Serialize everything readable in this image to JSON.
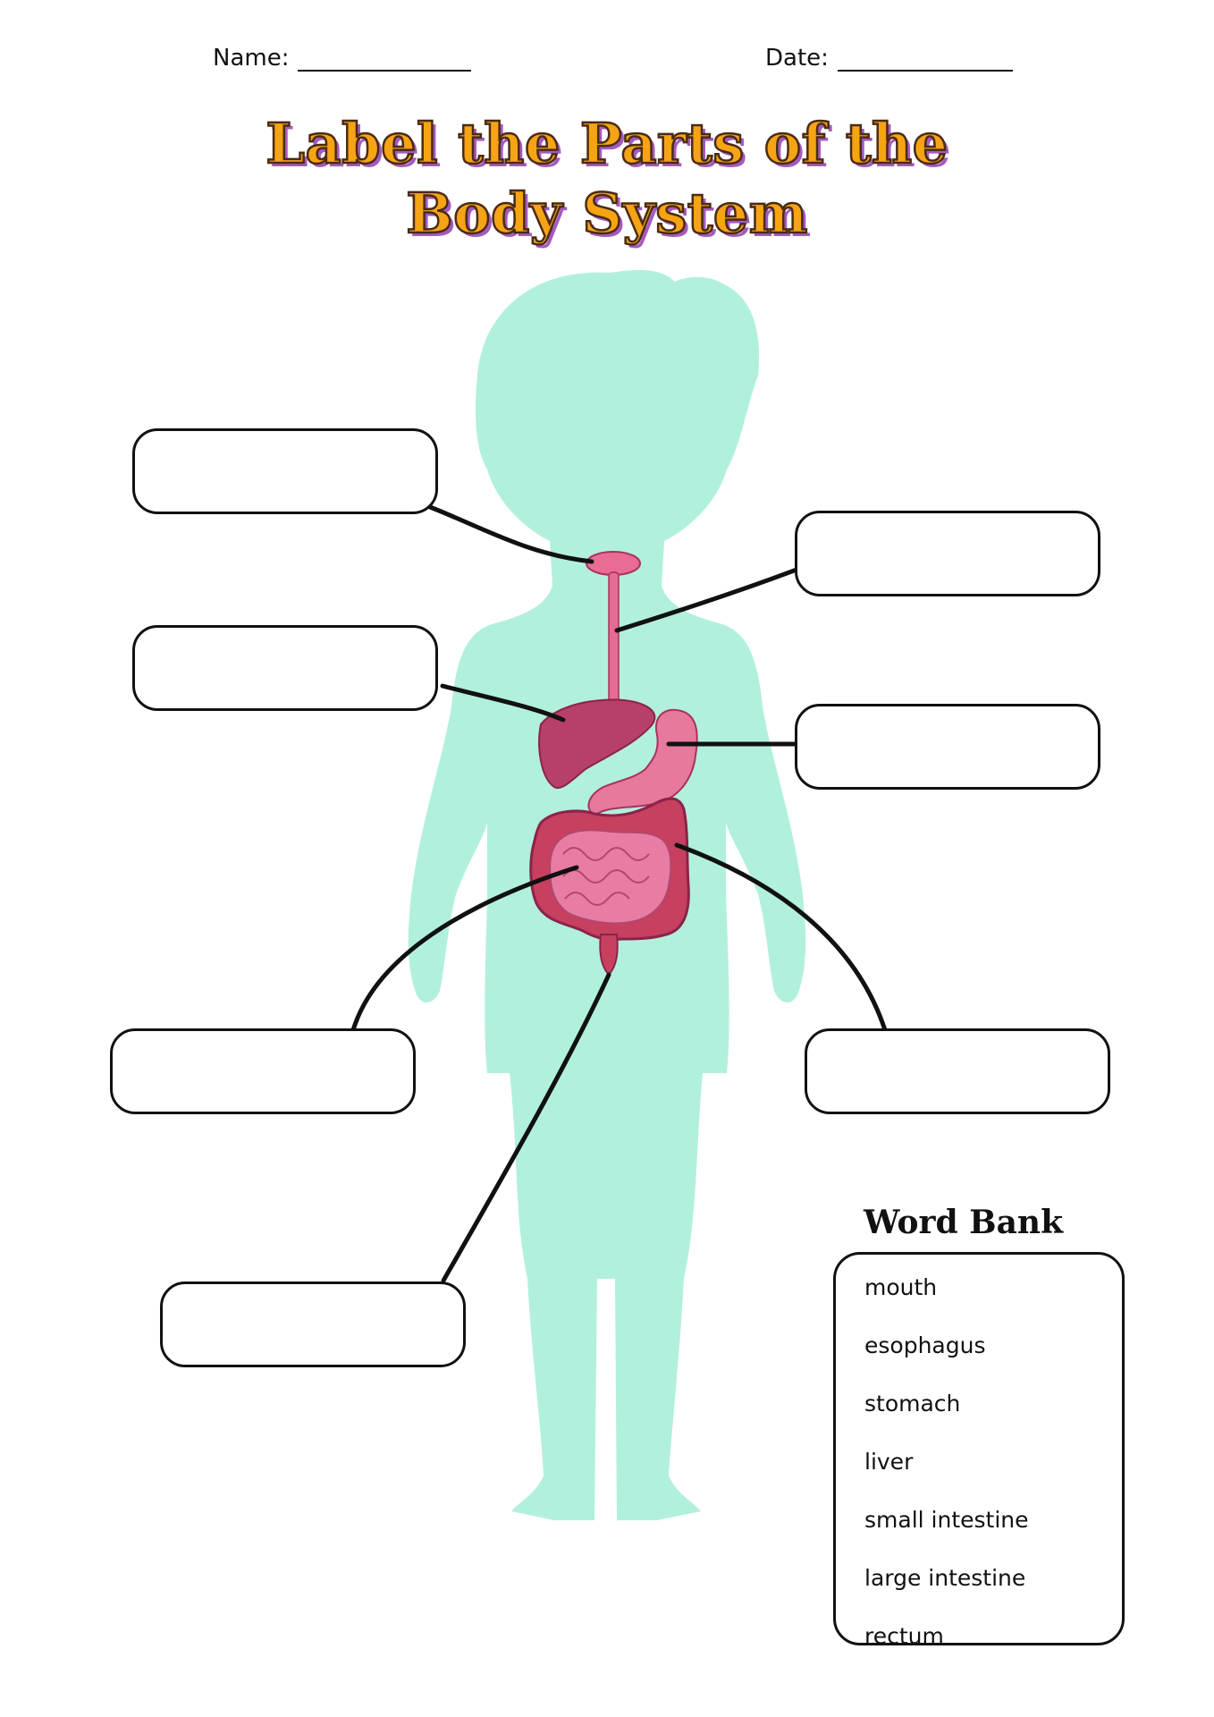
{
  "header": {
    "name_label": "Name:",
    "date_label": "Date:"
  },
  "title": {
    "line1": "Label the Parts of the",
    "line2": "Body System"
  },
  "word_bank": {
    "title": "Word Bank",
    "words": [
      "mouth",
      "esophagus",
      "stomach",
      "liver",
      "small intestine",
      "large intestine",
      "rectum"
    ]
  },
  "colors": {
    "silhouette": "#b2f0de",
    "title_fill": "#f6a414",
    "title_outline": "#4a2b14",
    "title_shadow": "#a55ac0",
    "organ_pink": "#e1668e",
    "organ_dark": "#a8325c"
  }
}
